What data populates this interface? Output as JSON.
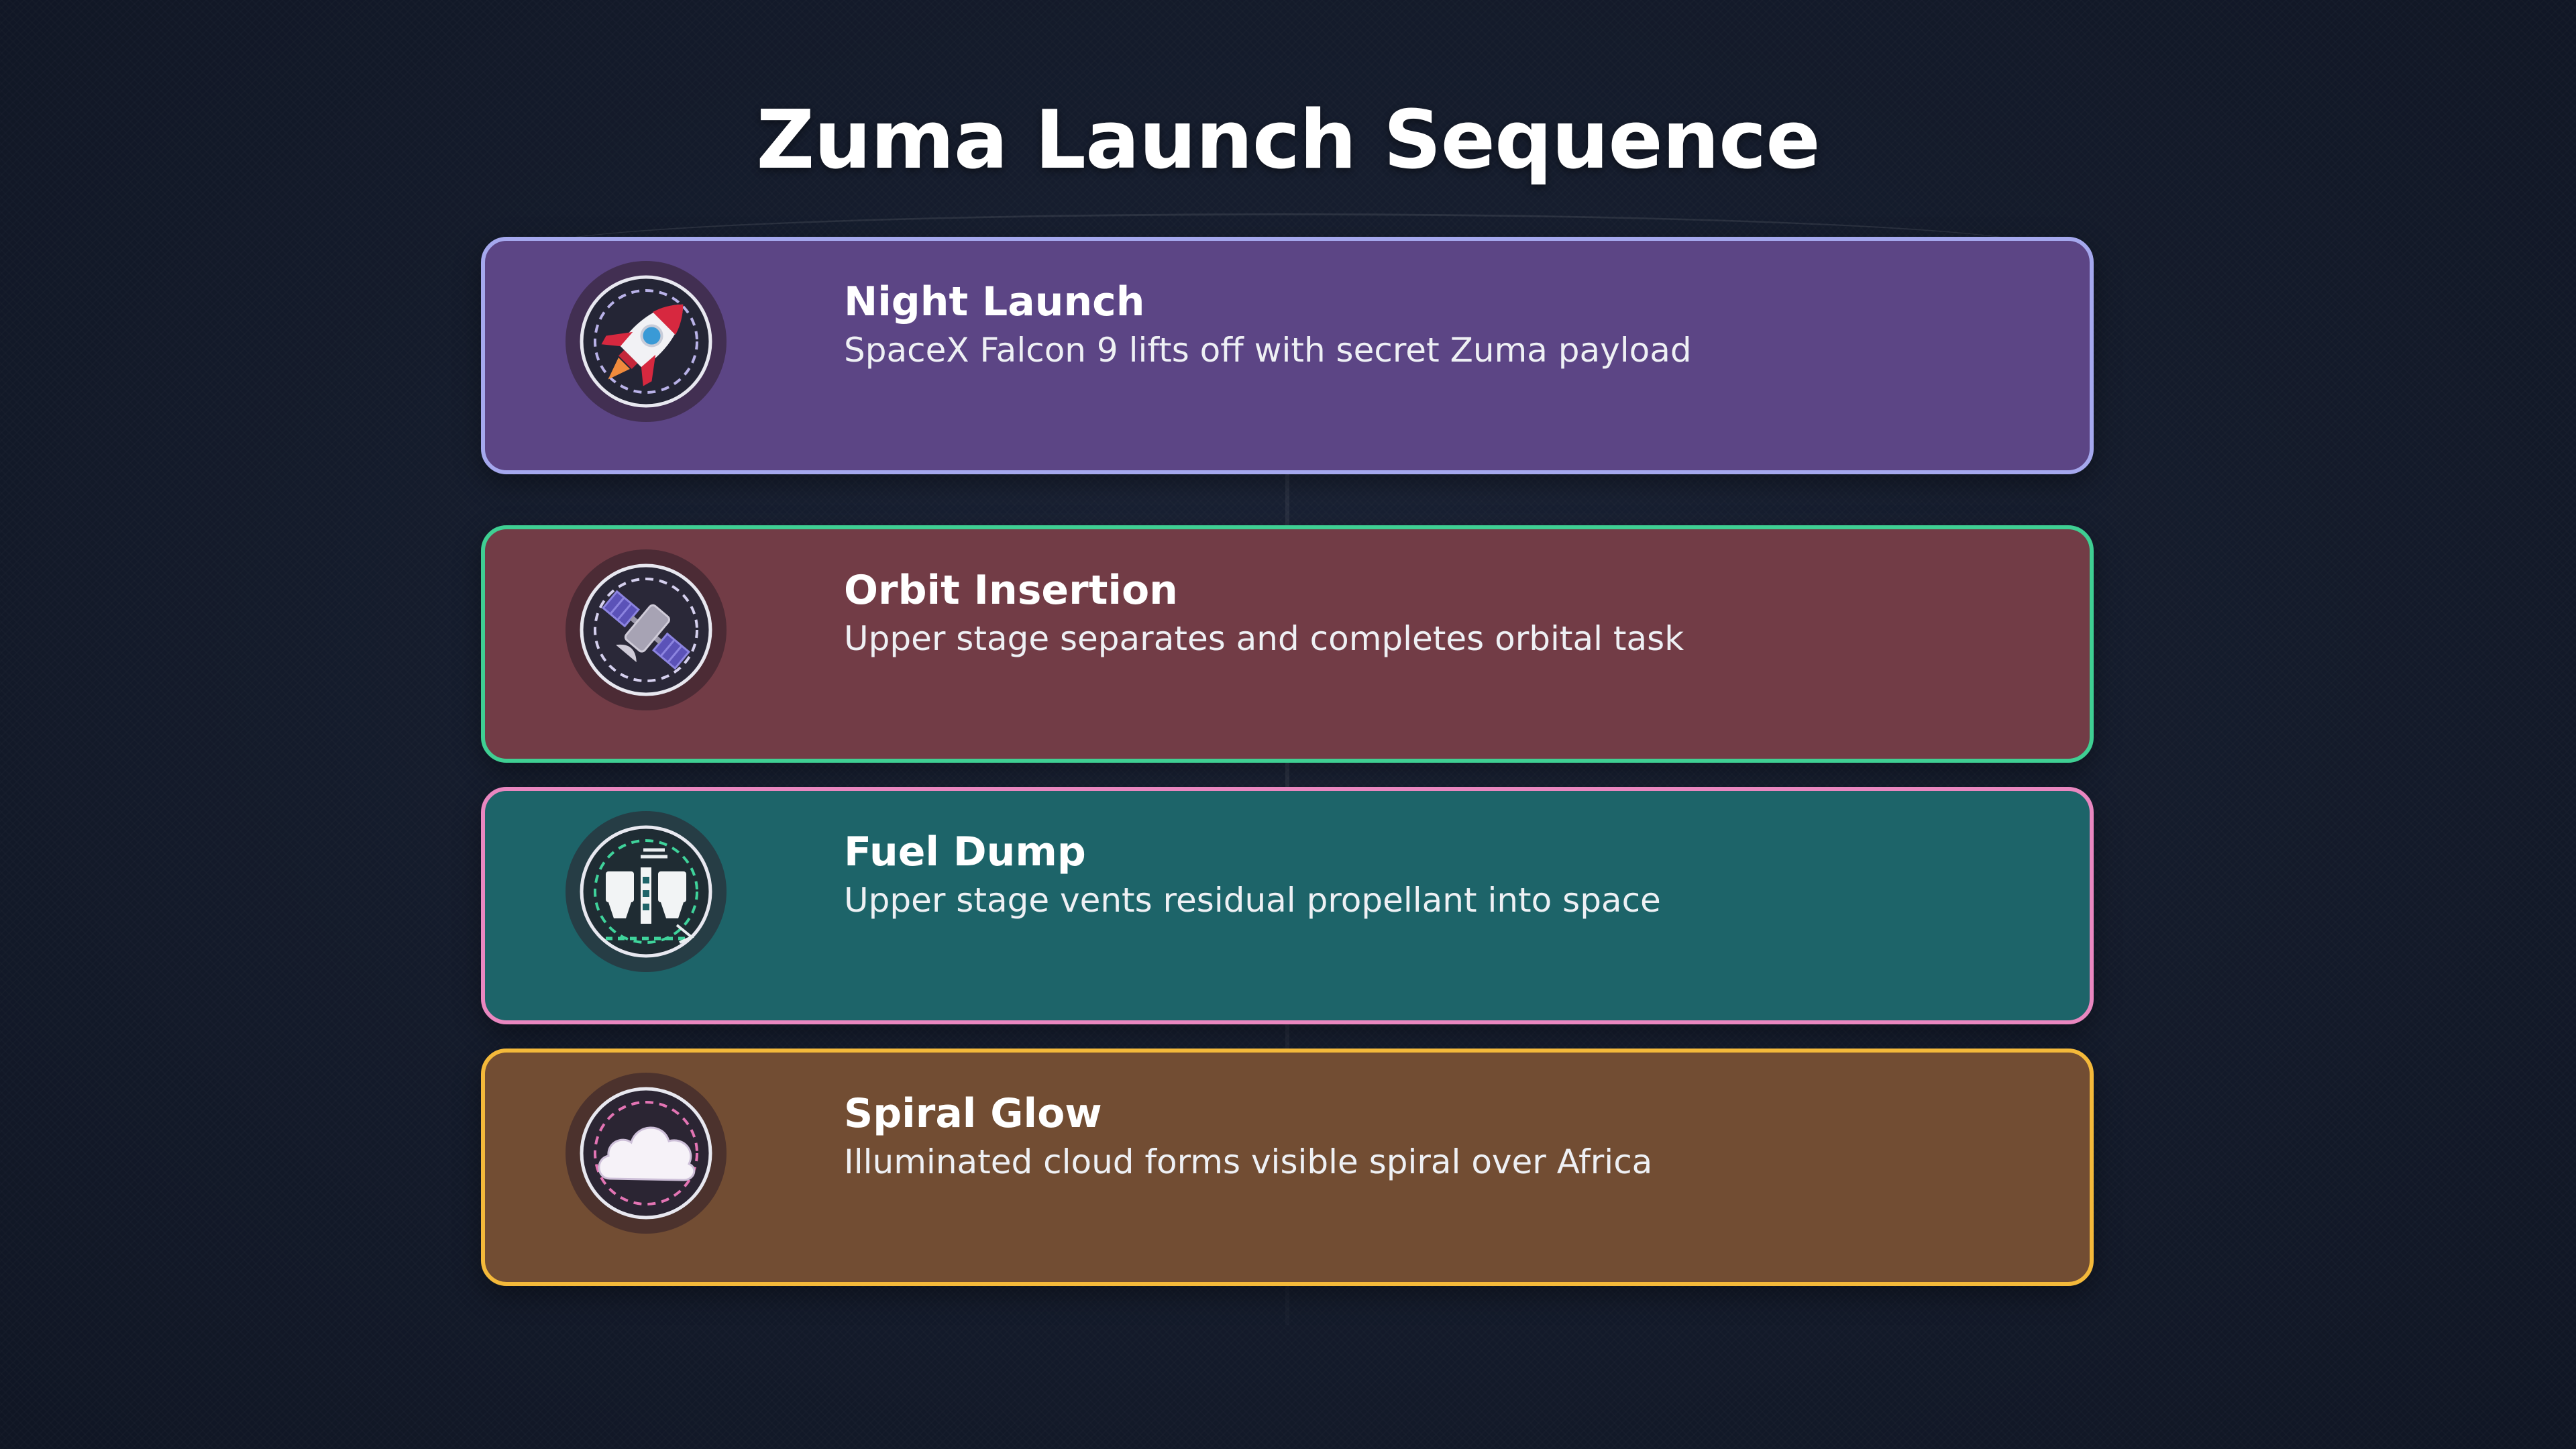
{
  "title": "Zuma Launch Sequence",
  "steps": [
    {
      "title": "Night Launch",
      "description": "SpaceX Falcon 9 lifts off with secret Zuma payload",
      "icon": "rocket-icon",
      "fill": "#5c4585",
      "border": "#a5a8ee"
    },
    {
      "title": "Orbit Insertion",
      "description": "Upper stage separates and completes orbital task",
      "icon": "satellite-icon",
      "fill": "#723c46",
      "border": "#3fcf93"
    },
    {
      "title": "Fuel Dump",
      "description": "Upper stage vents residual propellant into space",
      "icon": "fuel-tank-icon",
      "fill": "#1d6469",
      "border": "#e987c0"
    },
    {
      "title": "Spiral Glow",
      "description": "Illuminated cloud forms visible spiral over Africa",
      "icon": "cloud-icon",
      "fill": "#724d33",
      "border": "#f4b93a"
    }
  ]
}
